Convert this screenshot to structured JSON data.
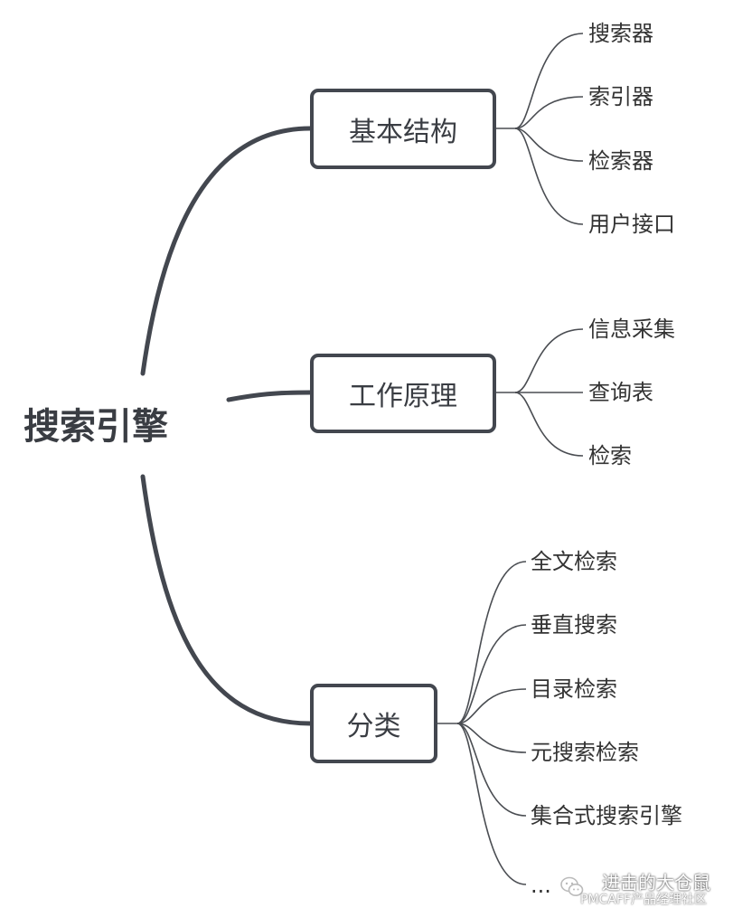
{
  "root": {
    "label": "搜索引擎"
  },
  "branches": [
    {
      "label": "基本结构",
      "children": [
        "搜索器",
        "索引器",
        "检索器",
        "用户接口"
      ]
    },
    {
      "label": "工作原理",
      "children": [
        "信息采集",
        "查询表",
        "检索"
      ]
    },
    {
      "label": "分类",
      "children": [
        "全文检索",
        "垂直搜索",
        "目录检索",
        "元搜索检索",
        "集合式搜索引擎",
        "..."
      ]
    }
  ],
  "watermark": {
    "line1": "进击的大仓鼠",
    "line2": "PMCAFF产品经理社区"
  },
  "colors": {
    "main_connector": "#43474f",
    "leaf_connector": "#4a4d52",
    "box_border": "#43474f",
    "text": "#333333"
  }
}
